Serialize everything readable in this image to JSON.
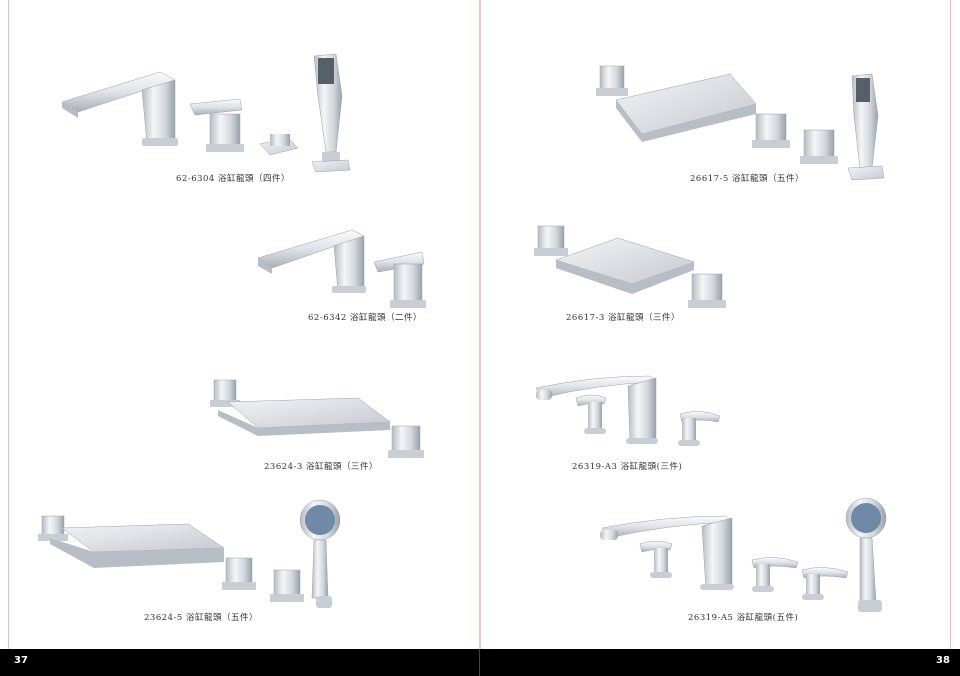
{
  "pages": {
    "left": {
      "number": "37",
      "products": [
        {
          "code": "62-6304",
          "name": "浴缸龍頭（四件）"
        },
        {
          "code": "62-6342",
          "name": "浴缸龍頭（二件）"
        },
        {
          "code": "23624-3",
          "name": "浴缸龍頭（三件）"
        },
        {
          "code": "23624-5",
          "name": "浴缸龍頭（五件）"
        }
      ]
    },
    "right": {
      "number": "38",
      "products": [
        {
          "code": "26617-5",
          "name": "浴缸龍頭（五件）"
        },
        {
          "code": "26617-3",
          "name": "浴缸龍頭（三件）"
        },
        {
          "code": "26319-A3",
          "name": "浴缸龍頭(三件)"
        },
        {
          "code": "26319-A5",
          "name": "浴缸龍頭(五件)"
        }
      ]
    }
  },
  "colors": {
    "chrome_light": "#eef1f4",
    "chrome_mid": "#c9ced5",
    "chrome_dark": "#8a9099",
    "footer": "#000000",
    "margin_line": "#f2b8b8"
  }
}
